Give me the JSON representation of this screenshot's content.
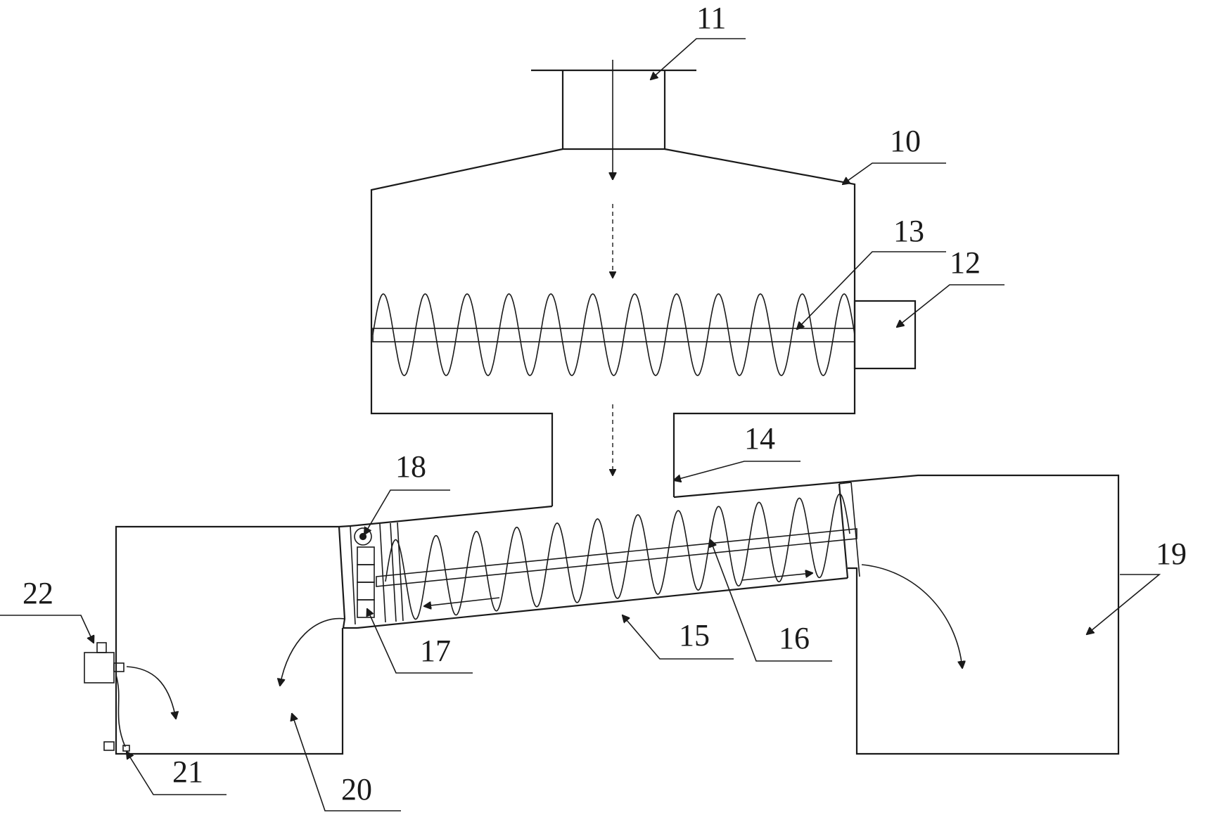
{
  "labels": {
    "feed_inlet": "11",
    "hopper": "10",
    "top_screw": "13",
    "top_motor": "12",
    "neck": "14",
    "sensor_top": "18",
    "right_bin": "19",
    "left_bin_controller": "22",
    "screw_trough": "15",
    "lower_screw": "16",
    "filter": "17",
    "switch": "21",
    "left_bin": "20"
  }
}
